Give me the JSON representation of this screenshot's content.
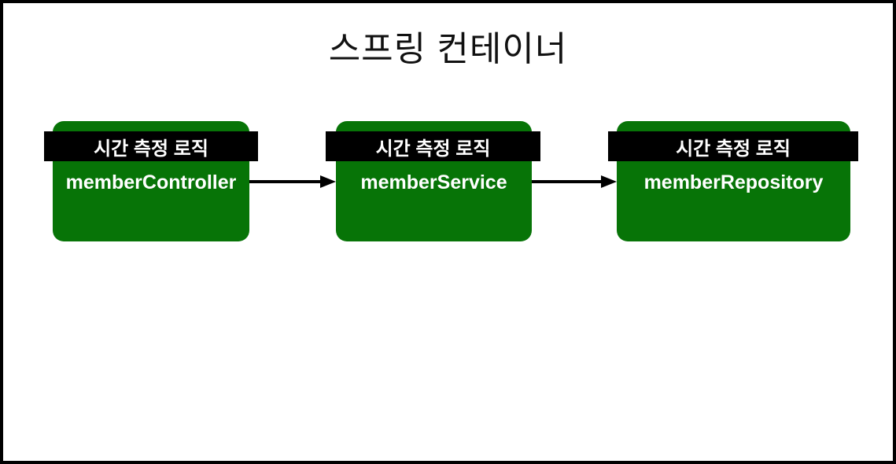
{
  "title": "스프링 컨테이너",
  "colors": {
    "background": "#ffffff",
    "border": "#000000",
    "node_fill": "#077407",
    "banner_bg": "#000000",
    "banner_text": "#ffffff",
    "node_text": "#ffffff",
    "arrow": "#000000",
    "title_text": "#111111"
  },
  "nodes": [
    {
      "banner": "시간 측정 로직",
      "label": "memberController"
    },
    {
      "banner": "시간 측정 로직",
      "label": "memberService"
    },
    {
      "banner": "시간 측정 로직",
      "label": "memberRepository"
    }
  ],
  "arrows": [
    {
      "from": "memberController",
      "to": "memberService"
    },
    {
      "from": "memberService",
      "to": "memberRepository"
    }
  ]
}
